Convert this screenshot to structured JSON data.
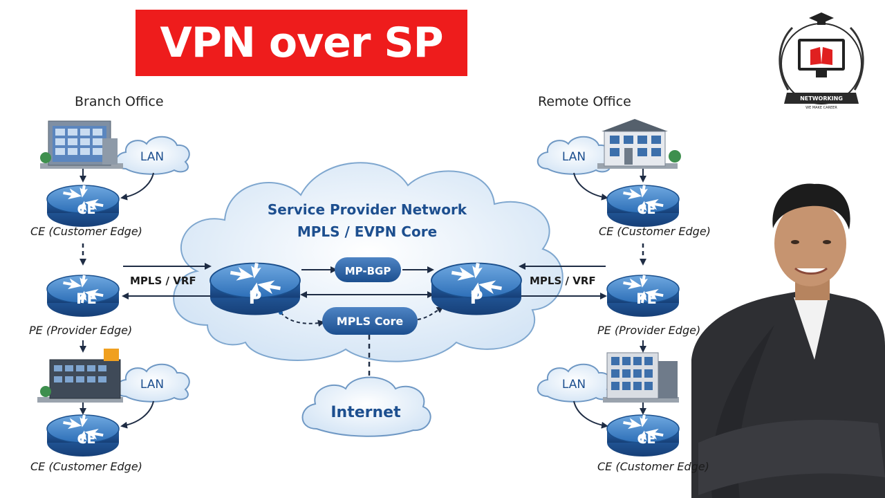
{
  "title": "VPN over SP",
  "logo": {
    "text": "NETWORKING",
    "tagline": "WE MAKE CAREER"
  },
  "branch": {
    "header": "Branch Office",
    "lan_top": "LAN",
    "lan_bottom": "LAN",
    "ce_label": "CE",
    "ce_caption_top": "CE (Customer Edge)",
    "pe_label": "PE",
    "pe_caption": "PE (Provider Edge)",
    "ce_caption_bottom": "CE (Customer Edge)",
    "link_label": "MPLS / VRF"
  },
  "remote": {
    "header": "Remote Office",
    "lan_top": "LAN",
    "lan_bottom": "LAN",
    "ce_label": "CE",
    "ce_caption_top": "CE (Customer Edge)",
    "pe_label": "PE",
    "pe_caption": "PE (Provider Edge)",
    "ce_caption_bottom": "CE (Customer Edge)",
    "link_label": "MPLS / VRF"
  },
  "core": {
    "title": "Service Provider Network",
    "subtitle": "MPLS / EVPN Core",
    "p_label": "P",
    "mpbgp": "MP-BGP",
    "mpls_core": "MPLS Core",
    "internet": "Internet"
  },
  "colors": {
    "accent_red": "#ee1c1c",
    "router_blue": "#1c5ea6",
    "text_blue": "#1d4f8f"
  }
}
